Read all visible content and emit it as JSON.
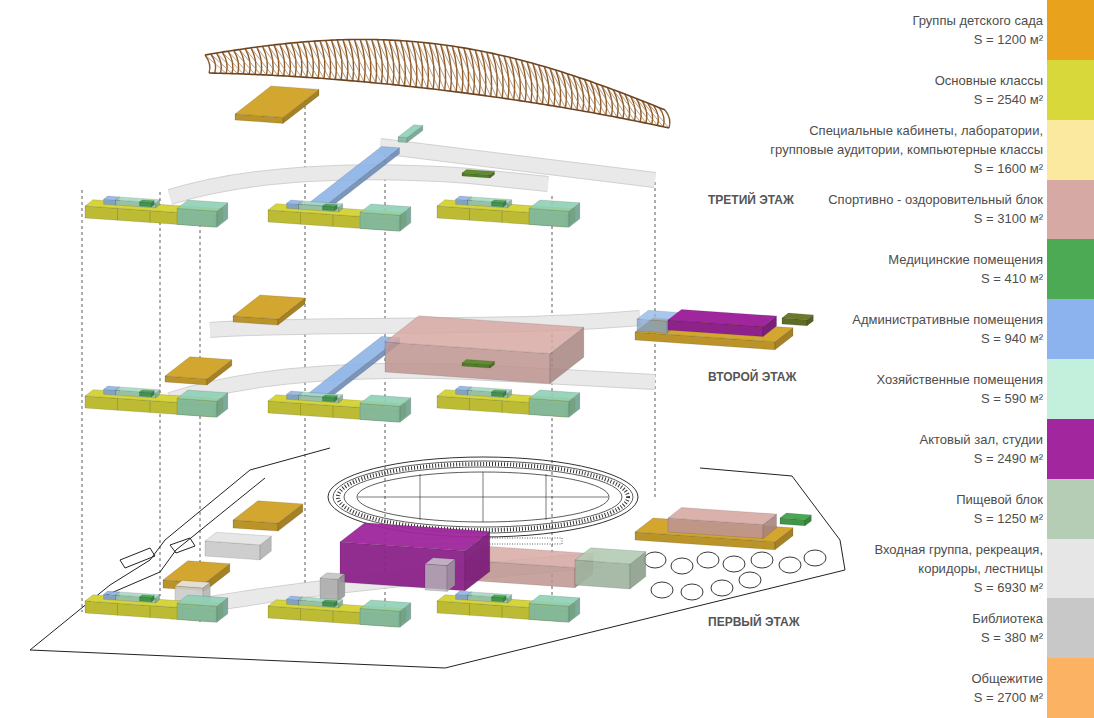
{
  "diagram": {
    "labels": [
      "ТРЕТИЙ ЭТАЖ",
      "ВТОРОЙ ЭТАЖ",
      "ПЕРВЫЙ ЭТАЖ"
    ],
    "legend": [
      {
        "text": "Группы детского сада S = 1200 м²",
        "color": "#e9a21b"
      },
      {
        "text": "Основные классы S = 2540 м²",
        "color": "#d9d83b"
      },
      {
        "text": "Специальные кабинеты, лаборатории, групповые аудитории, компьютерные классы S = 1600 м²",
        "color": "#fbe9a0"
      },
      {
        "text": "Спортивно - оздоровительный блок S = 3100 м²",
        "color": "#d6a9a5"
      },
      {
        "text": "Медицинские помещения S = 410 м²",
        "color": "#4caa55"
      },
      {
        "text": "Административные помещения S = 940 м²",
        "color": "#8db3ef"
      },
      {
        "text": "Хозяйственные помещения S = 590 м²",
        "color": "#c3f0dc"
      },
      {
        "text": "Актовый зал, студии S = 2490 м²",
        "color": "#a2279f"
      },
      {
        "text": "Пищевой блок S = 1250 м²",
        "color": "#b4cdb4"
      },
      {
        "text": "Входная группа, рекреация, коридоры, лестницы S = 6930 м²",
        "color": "#e6e6e6"
      },
      {
        "text": "Библиотека S = 380 м²",
        "color": "#c8c8c8"
      },
      {
        "text": "Общежитие S = 2700 м²",
        "color": "#fbb262"
      }
    ]
  }
}
